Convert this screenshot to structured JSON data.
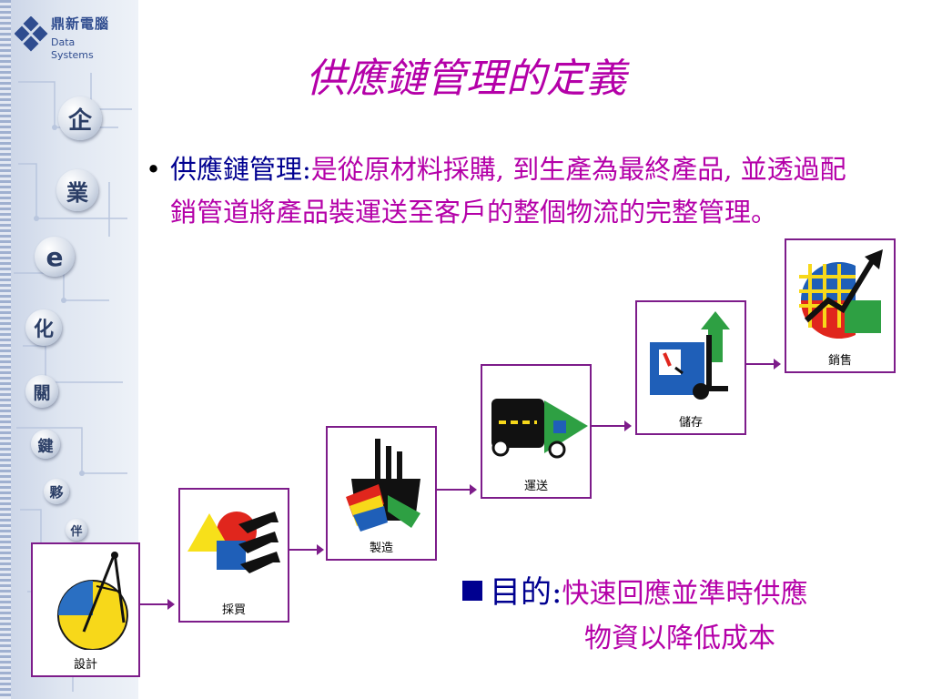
{
  "logo": {
    "name_cn": "鼎新電腦",
    "name_en": "Data Systems"
  },
  "sidebar_badges": [
    "企",
    "業",
    "e",
    "化",
    "關",
    "鍵",
    "夥",
    "伴"
  ],
  "title": "供應鏈管理的定義",
  "bullet": {
    "dot": "•",
    "label": "供應鏈管理:",
    "body": "是從原材料採購, 到生產為最終產品, 並透過配銷管道將產品裝運送至客戶的整個物流的完整管理。"
  },
  "steps": [
    {
      "label": "設計",
      "icon": "design-compass-icon"
    },
    {
      "label": "採買",
      "icon": "purchase-shapes-icon"
    },
    {
      "label": "製造",
      "icon": "factory-icon"
    },
    {
      "label": "運送",
      "icon": "truck-icon"
    },
    {
      "label": "儲存",
      "icon": "forklift-icon"
    },
    {
      "label": "銷售",
      "icon": "sales-chart-icon"
    }
  ],
  "purpose": {
    "marker": "■",
    "label": "目的:",
    "body_line1": "快速回應並準時供應",
    "body_line2": "物資以降低成本"
  },
  "colors": {
    "title": "#b400a8",
    "label": "#000090",
    "box_border": "#7d1c8a",
    "arrow": "#7d1c8a"
  }
}
